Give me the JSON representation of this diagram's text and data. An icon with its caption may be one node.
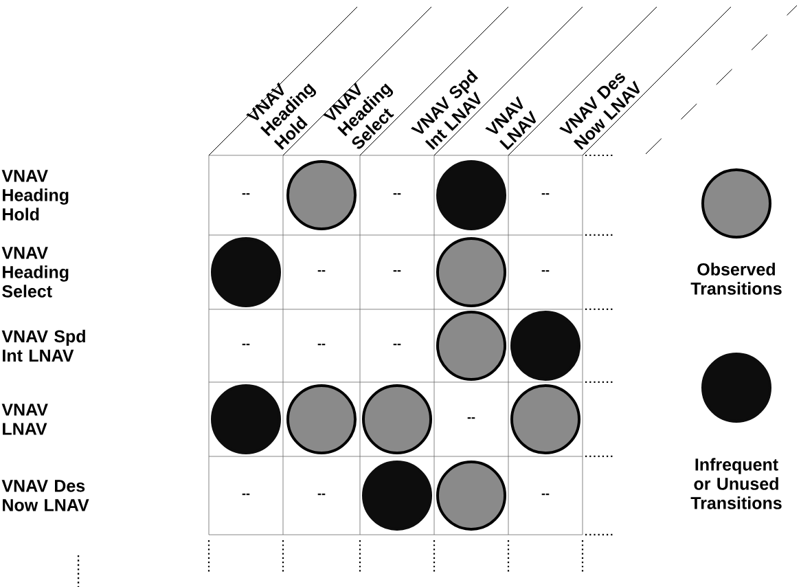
{
  "diagram": {
    "labels": [
      "VNAV Heading Hold",
      "VNAV Heading Select",
      "VNAV Spd Int LNAV",
      "VNAV LNAV",
      "VNAV Des Now LNAV",
      "VNAV Heading Hold",
      "--",
      "--",
      "--",
      "VNAV Heading Select",
      "--",
      "--",
      "--",
      "VNAV Spd Int LNAV",
      "--",
      "--",
      "--",
      "VNAV LNAV",
      "--",
      "VNAV Des Now LNAV",
      "--",
      "--",
      "--"
    ],
    "legend": [
      {
        "text": "Observed Transitions",
        "color": "#8a8a8a"
      },
      {
        "text": "Infrequent or Unused Transitions",
        "color": "#0d0d0d"
      }
    ]
  }
}
